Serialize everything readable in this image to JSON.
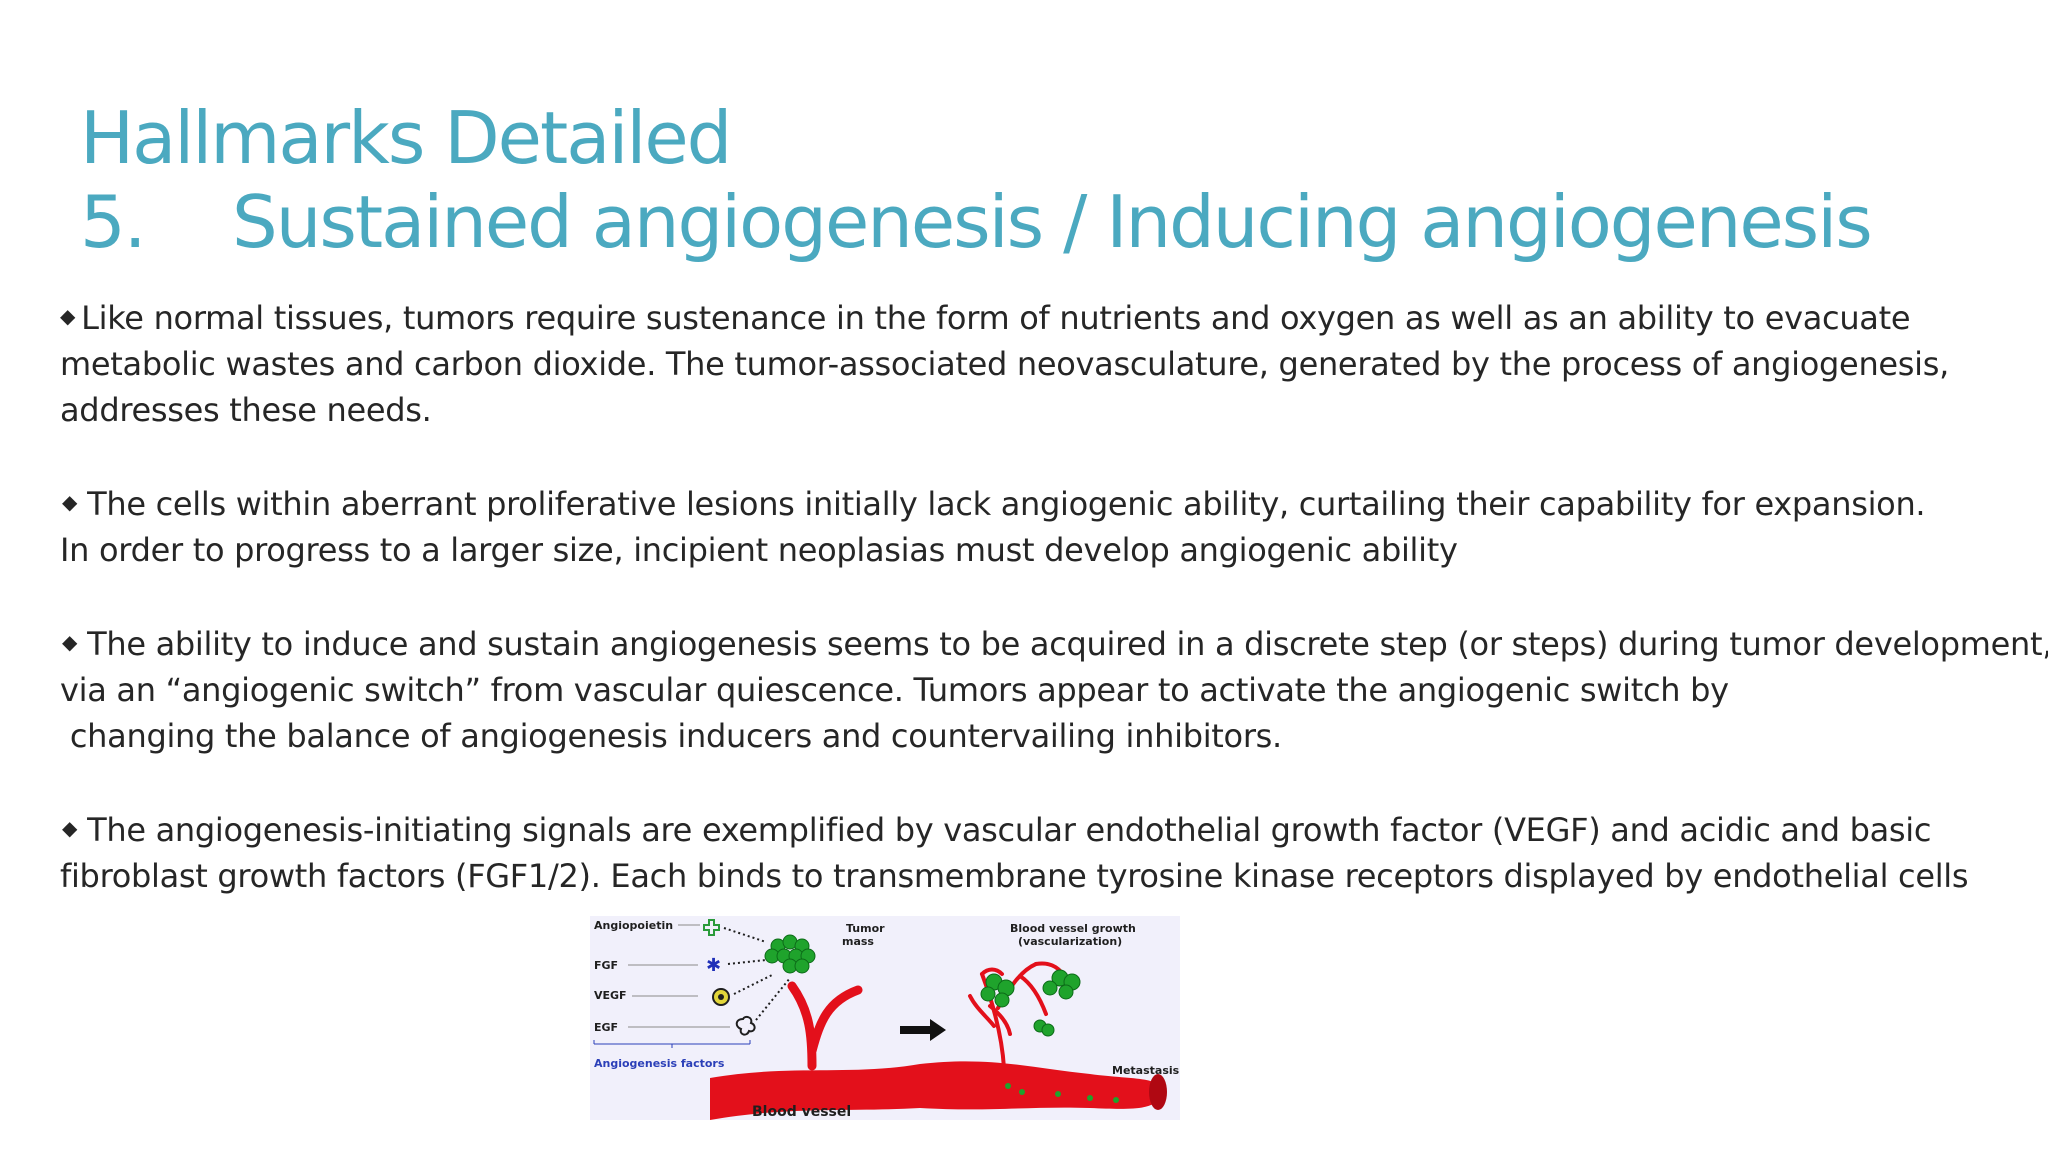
{
  "slide": {
    "title_line1": "Hallmarks Detailed",
    "title_number": "5.",
    "title_line2": "Sustained angiogenesis / Inducing angiogenesis",
    "bullet_glyph": "◆",
    "bullets": [
      {
        "lines": [
          "Like normal tissues, tumors require sustenance in the form of nutrients and oxygen as well as an ability to evacuate",
          "metabolic wastes and carbon dioxide. The tumor-associated neovasculature, generated by the process of angiogenesis,",
          "addresses these needs."
        ]
      },
      {
        "lines": [
          "The cells within aberrant proliferative lesions initially lack angiogenic ability, curtailing their capability for expansion.",
          "In order to progress to a larger size, incipient neoplasias must develop angiogenic ability"
        ]
      },
      {
        "lines": [
          "The ability to induce and sustain angiogenesis seems to be acquired in a discrete step (or steps) during tumor development,",
          "via an “angiogenic switch” from vascular quiescence. Tumors appear to activate the angiogenic switch by",
          " changing the balance of angiogenesis inducers and countervailing inhibitors."
        ]
      },
      {
        "lines": [
          "The angiogenesis-initiating signals are exemplified by vascular endothelial growth factor (VEGF) and acidic and basic",
          "fibroblast growth factors (FGF1/2). Each binds to transmembrane tyrosine kinase receptors displayed by endothelial cells"
        ]
      }
    ]
  },
  "diagram": {
    "factors": [
      "Angiopoietin",
      "FGF",
      "VEGF",
      "EGF"
    ],
    "factors_label": "Angiogenesis factors",
    "tumor_label_1": "Tumor",
    "tumor_label_2": "mass",
    "growth_label_1": "Blood vessel growth",
    "growth_label_2": "(vascularization)",
    "metastasis_label": "Metastasis",
    "vessel_label": "Blood vessel",
    "colors": {
      "vessel": "#e3101b",
      "tumor": "#1fa32c",
      "label": "#1f1f1f",
      "factors_label": "#2b3fb8"
    }
  }
}
